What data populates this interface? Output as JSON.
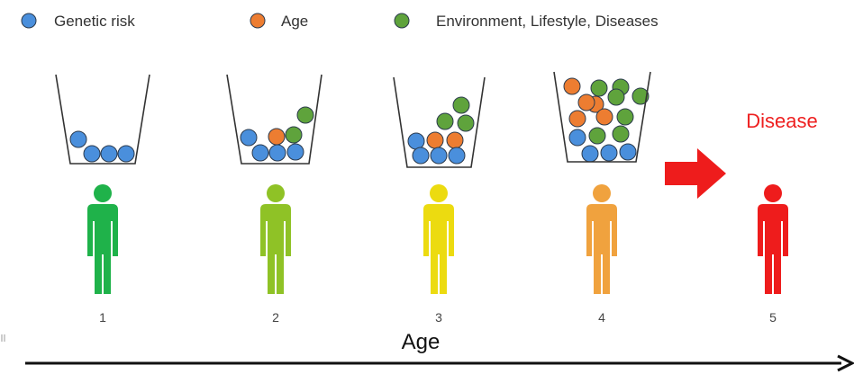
{
  "legend": [
    {
      "key": "genetic",
      "label": "Genetic risk",
      "color": "#4a8fdc"
    },
    {
      "key": "age",
      "label": "Age",
      "color": "#ed7d31"
    },
    {
      "key": "env",
      "label": "Environment, Lifestyle, Diseases",
      "color": "#5fa33c"
    }
  ],
  "stages": [
    {
      "number": "1",
      "color": "#1fb24a"
    },
    {
      "number": "2",
      "color": "#8fc226"
    },
    {
      "number": "3",
      "color": "#ecdb10"
    },
    {
      "number": "4",
      "color": "#f0a23e"
    },
    {
      "number": "5",
      "color": "#ee1c1c"
    }
  ],
  "disease_label": "Disease",
  "axis_label": "Age",
  "arrow_color": "#ee1c1c",
  "axis_color": "#111111",
  "icons": [
    "genetic-risk-ball",
    "age-ball",
    "environment-ball",
    "cup",
    "person-icon",
    "right-arrow-icon",
    "axis-arrow"
  ]
}
